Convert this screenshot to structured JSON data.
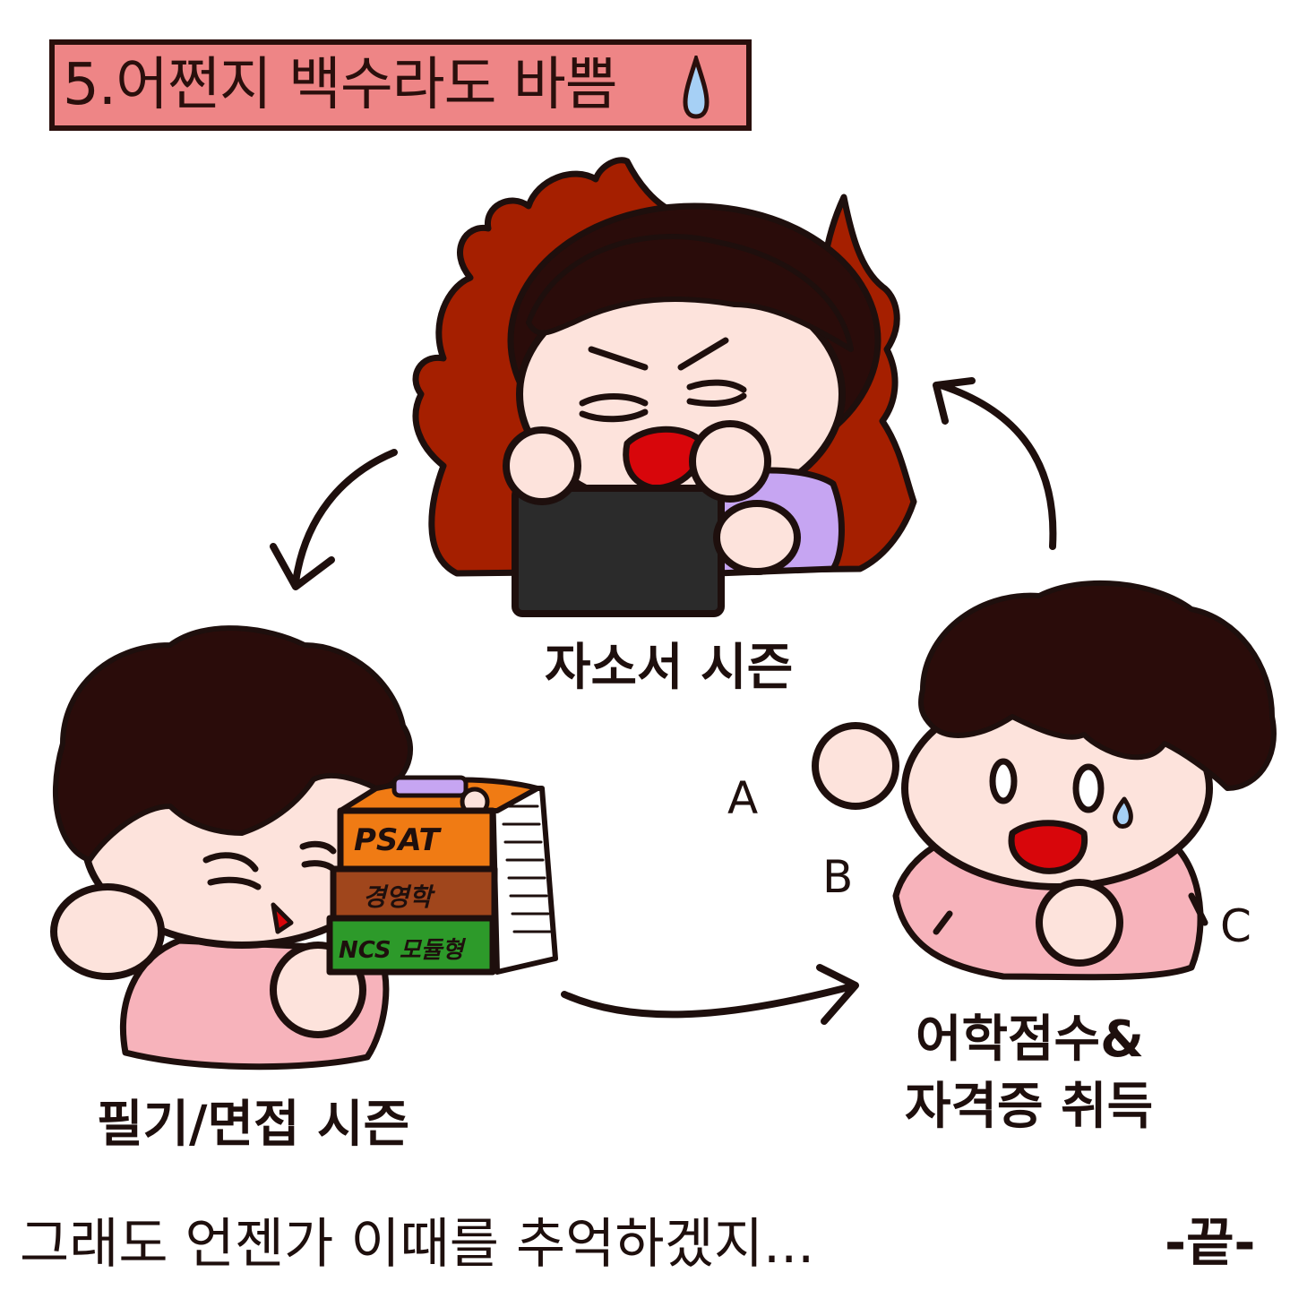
{
  "title": "5.어쩐지 백수라도 바쁨",
  "cycle": {
    "top_label": "자소서 시즌",
    "left_label": "필기/면접 시즌",
    "right_label_line1": "어학점수&",
    "right_label_line2": "자격증 취득"
  },
  "books": [
    "PSAT",
    "경영학",
    "NCS 모듈형"
  ],
  "scribbles": [
    "A",
    "B",
    "C"
  ],
  "footer": {
    "caption": "그래도 언젠가 이때를 추억하겠지...",
    "end_mark": "-끝-"
  },
  "colors": {
    "title_bg": "#ee8586",
    "outline": "#2a0f0c",
    "hair": "#2a0c0a",
    "fire": "#a51f00",
    "skin": "#fde3dc",
    "shirt_purple": "#c6a5f2",
    "shirt_pink": "#f7b3bb",
    "laptop": "#2b2b2b",
    "book_orange": "#f07b14",
    "book_brown": "#a0461c",
    "book_green": "#2d9a2a",
    "tear": "#a6d0f5"
  }
}
